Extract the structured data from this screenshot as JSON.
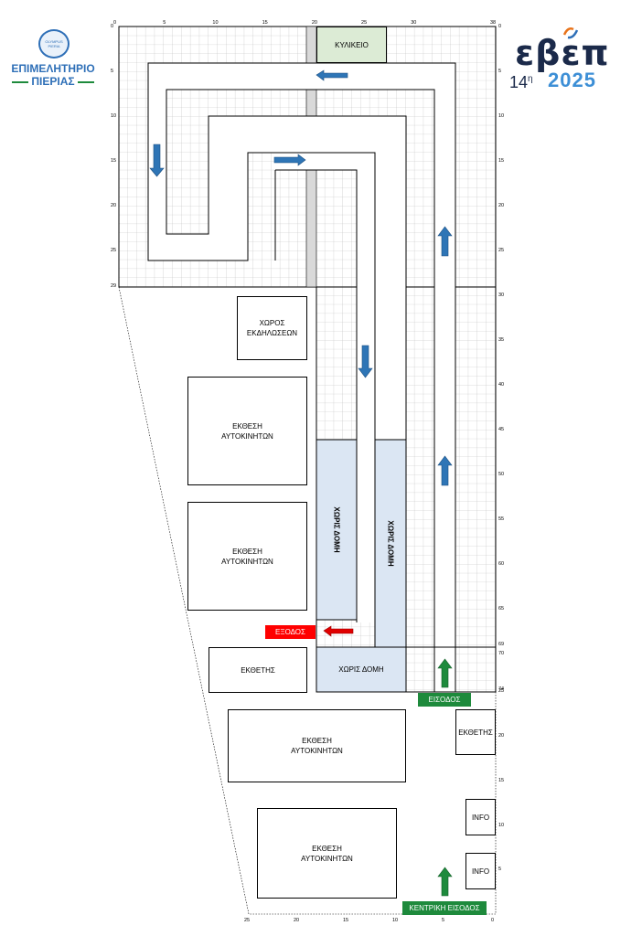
{
  "logos": {
    "left": {
      "top_small": "OLYMPUS PIERIA",
      "line1": "ΕΠΙΜΕΛΗΤΗΡΙΟ",
      "line2": "ΠΙΕΡΙΑΣ"
    },
    "right": {
      "word": "εβεπ",
      "edition": "14",
      "edition_sup": "η",
      "year": "2025"
    }
  },
  "labels": {
    "canteen": "ΚΥΛΙΚΕΙΟ",
    "events": "ΧΩΡΟΣ\nΕΚΔΗΛΩΣΕΩΝ",
    "car_expo": "ΕΚΘΕΣΗ\nΑΥΤΟΚΙΝΗΤΩΝ",
    "exhibitor": "ΕΚΘΕΤΗΣ",
    "no_structure": "ΧΩΡΙΣ ΔΟΜΗ",
    "exit": "ΕΞΟΔΟΣ",
    "entrance": "ΕΙΣΟΔΟΣ",
    "main_entrance": "ΚΕΝΤΡΙΚΗ ΕΙΣΟΔΟΣ",
    "info": "INFO"
  },
  "colors": {
    "grid_line": "#bdbdbd",
    "canteen_bg": "#dcebd5",
    "no_structure_bg": "#dbe6f3",
    "arrow_blue": "#2e75b6",
    "arrow_green": "#1e8a3c",
    "arrow_red": "#e00000",
    "exit_bg": "#ff0000",
    "entrance_bg": "#1e8a3c",
    "brand_blue": "#2e6fb7"
  },
  "axes": {
    "top": [
      "0",
      "5",
      "10",
      "15",
      "20",
      "25",
      "30",
      "38"
    ],
    "right_upper": [
      "0",
      "5",
      "10",
      "15",
      "20",
      "25",
      "30",
      "35",
      "40",
      "45",
      "50",
      "55",
      "60",
      "65",
      "69",
      "70",
      "74"
    ],
    "left_upper": [
      "0",
      "5",
      "10",
      "15",
      "20",
      "25",
      "29"
    ],
    "right_lower": [
      "25",
      "20",
      "15",
      "10",
      "5"
    ],
    "bottom": [
      "25",
      "20",
      "15",
      "10",
      "5",
      "0"
    ]
  }
}
